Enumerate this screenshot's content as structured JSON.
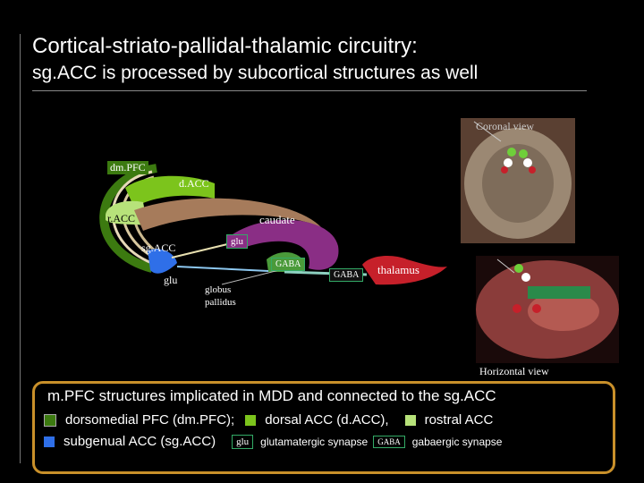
{
  "title_line1": "Cortical-striato-pallidal-thalamic circuitry:",
  "title_line2": "sg.ACC is processed by subcortical structures as well",
  "diagram": {
    "dmpfc": "dm.PFC",
    "dacc": "d.ACC",
    "racc": "r.ACC",
    "caudate": "caudate",
    "sgacc": "sg.ACC",
    "glu_top": "glu",
    "glu_left": "glu",
    "gaba_left": "GABA",
    "gaba_right": "GABA",
    "thalamus": "thalamus",
    "globus": "globus",
    "pallidus": "pallidus",
    "coronal_view": "Coronal view",
    "horizontal_view": "Horizontal view"
  },
  "legend": {
    "title": "m.PFC structures implicated in MDD and connected to the sg.ACC",
    "dmpfc": "dorsomedial PFC (dm.PFC);",
    "dacc": "dorsal ACC (d.ACC),",
    "racc": "rostral ACC",
    "sgacc": "subgenual ACC (sg.ACC)",
    "glu_tag": "glu",
    "glu_desc": "glutamatergic synapse",
    "gaba_tag": "GABA",
    "gaba_desc": "gabaergic synapse"
  },
  "colors": {
    "dmpfc": "#3c7a10",
    "dacc": "#7cc41c",
    "racc": "#b7e27a",
    "sgacc": "#2f6fe8",
    "caudate": "#8a2e85",
    "thalamus": "#c6202a",
    "globus": "#4a9a3a",
    "legend_border": "#c9902a"
  }
}
